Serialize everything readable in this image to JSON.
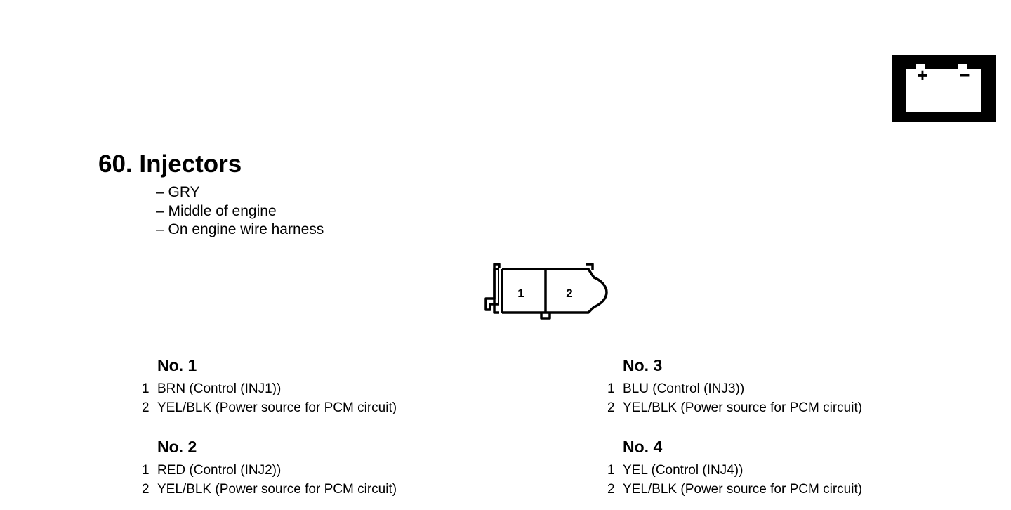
{
  "section": {
    "title": "60. Injectors",
    "details": [
      "– GRY",
      "– Middle of engine",
      "– On engine wire harness"
    ]
  },
  "battery_icon": {
    "plus": "+",
    "minus": "–"
  },
  "connector": {
    "pins": [
      "1",
      "2"
    ]
  },
  "injectors": [
    {
      "title": "No. 1",
      "pins": [
        {
          "num": "1",
          "desc": "BRN (Control (INJ1))"
        },
        {
          "num": "2",
          "desc": "YEL/BLK (Power source for PCM circuit)"
        }
      ]
    },
    {
      "title": "No. 2",
      "pins": [
        {
          "num": "1",
          "desc": "RED (Control (INJ2))"
        },
        {
          "num": "2",
          "desc": "YEL/BLK (Power source for PCM circuit)"
        }
      ]
    },
    {
      "title": "No. 3",
      "pins": [
        {
          "num": "1",
          "desc": "BLU (Control (INJ3))"
        },
        {
          "num": "2",
          "desc": "YEL/BLK (Power source for PCM circuit)"
        }
      ]
    },
    {
      "title": "No. 4",
      "pins": [
        {
          "num": "1",
          "desc": "YEL (Control (INJ4))"
        },
        {
          "num": "2",
          "desc": "YEL/BLK (Power source for PCM circuit)"
        }
      ]
    }
  ]
}
